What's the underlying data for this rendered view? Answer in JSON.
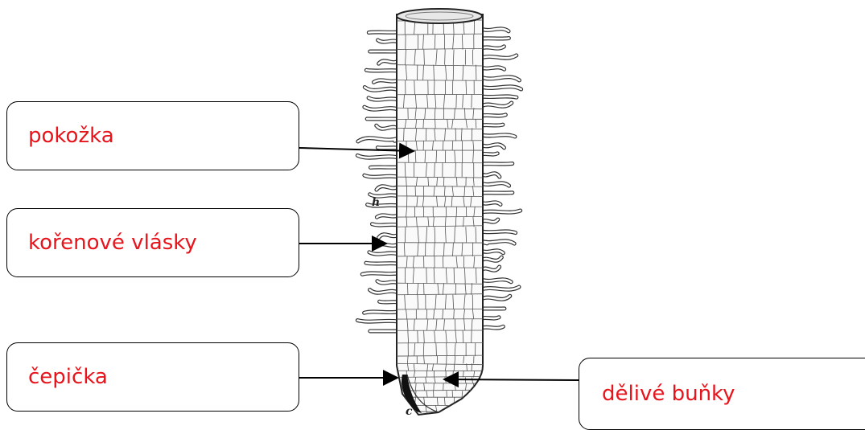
{
  "labels": {
    "pokozka": "pokožka",
    "vlasky": "kořenové vlásky",
    "cepicka": "čepička",
    "delive": "dělivé buňky"
  },
  "figure_letters": {
    "h": "h",
    "c": "c"
  },
  "colors": {
    "label_text": "#e8141c",
    "line": "#000000"
  }
}
